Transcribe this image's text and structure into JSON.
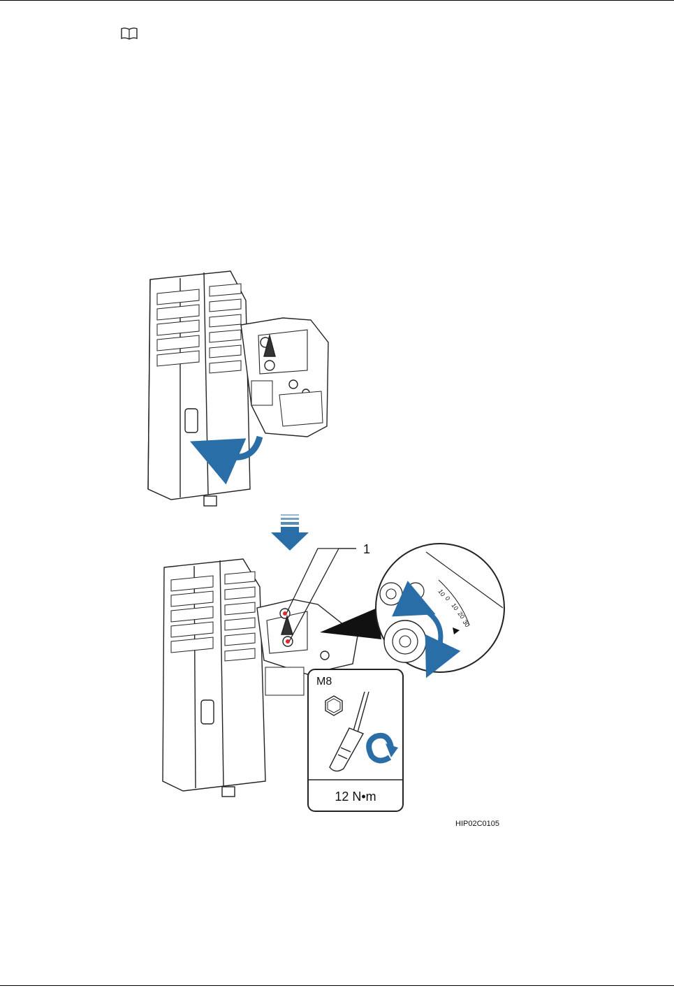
{
  "figure": {
    "callout_number": "1",
    "bolt_size": "M8",
    "torque": "12 N•m",
    "figure_id": "HIP02C0105",
    "scale_labels": [
      "10",
      "0",
      "10",
      "20",
      "30"
    ]
  },
  "colors": {
    "accent": "#2a6ea8",
    "callout": "#e0282e",
    "line": "#222222"
  },
  "icons": {
    "note": "book-note-icon"
  }
}
